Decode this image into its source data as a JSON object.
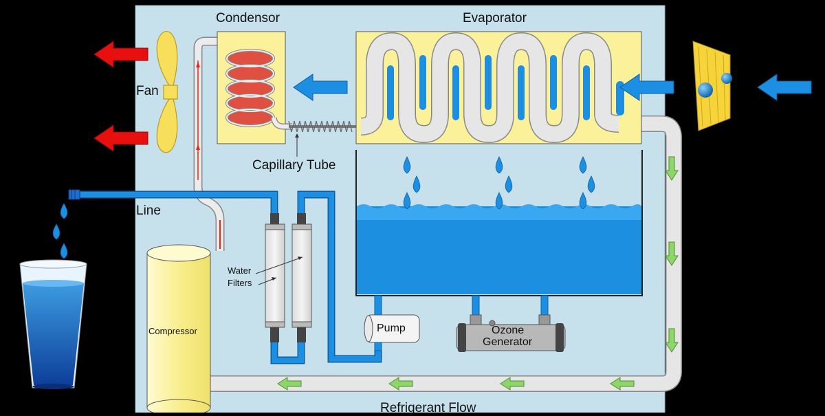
{
  "labels": {
    "condensor": "Condensor",
    "evaporator": "Evaporator",
    "fan": "Fan",
    "capillary_tube": "Capillary Tube",
    "line": "Line",
    "water_filters_1": "Water",
    "water_filters_2": "Filters",
    "compressor": "Compressor",
    "pump": "Pump",
    "ozone_1": "Ozone",
    "ozone_2": "Generator",
    "refrigerant_flow": "Refrigerant Flow"
  },
  "colors": {
    "background": "#000000",
    "panel": "#c7e1ec",
    "yellow_box": "#fbf19a",
    "coil_pipe": "#e4e4e4",
    "water": "#1d8fe0",
    "blue_arrow": "#1c8fe3",
    "red_arrow": "#e8100f",
    "green_arrow": "#8fd66a",
    "condenser_coil": "#e05040",
    "fan": "#f7df5c"
  },
  "icons": [
    "fan-icon",
    "water-drop-icon",
    "glass-icon",
    "air-filter-icon",
    "flow-arrow-icon"
  ]
}
